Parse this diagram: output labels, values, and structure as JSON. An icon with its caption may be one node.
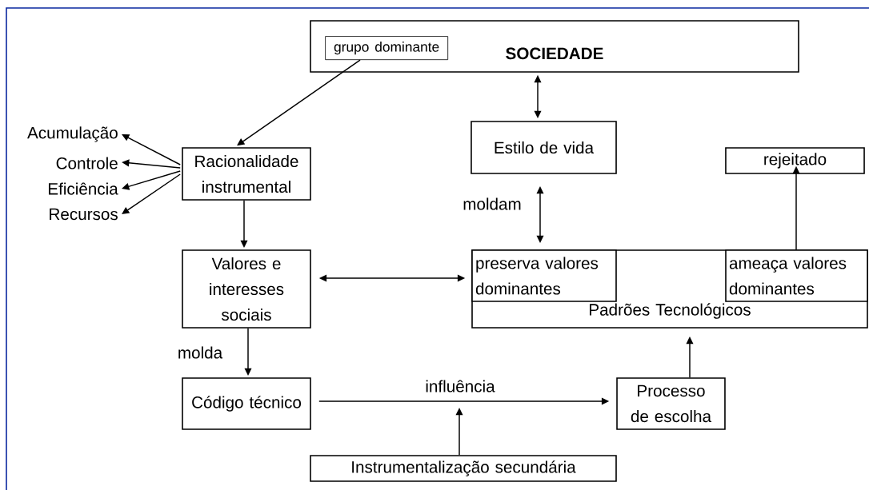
{
  "diagram": {
    "nodes": [
      {
        "text": [
          "SOCIEDADE"
        ]
      },
      {
        "text": [
          "grupo dominante"
        ],
        "in": 0
      },
      {
        "text": [
          "Estilo de vida"
        ]
      },
      {
        "text": [
          "rejeitado"
        ]
      },
      {
        "text": [
          "Racionalidade instrumental"
        ]
      },
      {
        "text": [
          "Acumulação"
        ]
      },
      {
        "text": [
          "Controle"
        ]
      },
      {
        "text": [
          "Eficiência"
        ]
      },
      {
        "text": [
          "Recursos"
        ]
      },
      {
        "text": [
          "Valores e interesses sociais"
        ]
      },
      {
        "text": [
          "Padrões Tecnológicos"
        ]
      },
      {
        "text": [
          "preserva valores dominantes"
        ],
        "in": 10
      },
      {
        "text": [
          "ameaça valores dominantes"
        ],
        "in": 10
      },
      {
        "text": [
          "Código técnico"
        ]
      },
      {
        "text": [
          "Processo de escolha"
        ]
      },
      {
        "text": [
          "Instrumentalização secundária"
        ]
      }
    ],
    "edges": [
      {
        "from": 1,
        "to": 4,
        "arrow": "to"
      },
      {
        "from": 0,
        "to": 2,
        "arrow": "both"
      },
      {
        "from": 4,
        "to": 5,
        "arrow": "to"
      },
      {
        "from": 4,
        "to": 6,
        "arrow": "to"
      },
      {
        "from": 4,
        "to": 7,
        "arrow": "to"
      },
      {
        "from": 4,
        "to": 8,
        "arrow": "to"
      },
      {
        "from": 4,
        "to": 9,
        "arrow": "to"
      },
      {
        "from": 2,
        "to": 11,
        "arrow": "both",
        "label": "moldam"
      },
      {
        "from": 9,
        "to": 11,
        "arrow": "both"
      },
      {
        "from": 12,
        "to": 3,
        "arrow": "to"
      },
      {
        "from": 9,
        "to": 13,
        "arrow": "to",
        "label": "molda"
      },
      {
        "from": 13,
        "to": 14,
        "arrow": "to",
        "label": "influência"
      },
      {
        "from": 15,
        "to": null,
        "arrow": "to"
      },
      {
        "from": 14,
        "to": 10,
        "arrow": "to"
      }
    ]
  }
}
